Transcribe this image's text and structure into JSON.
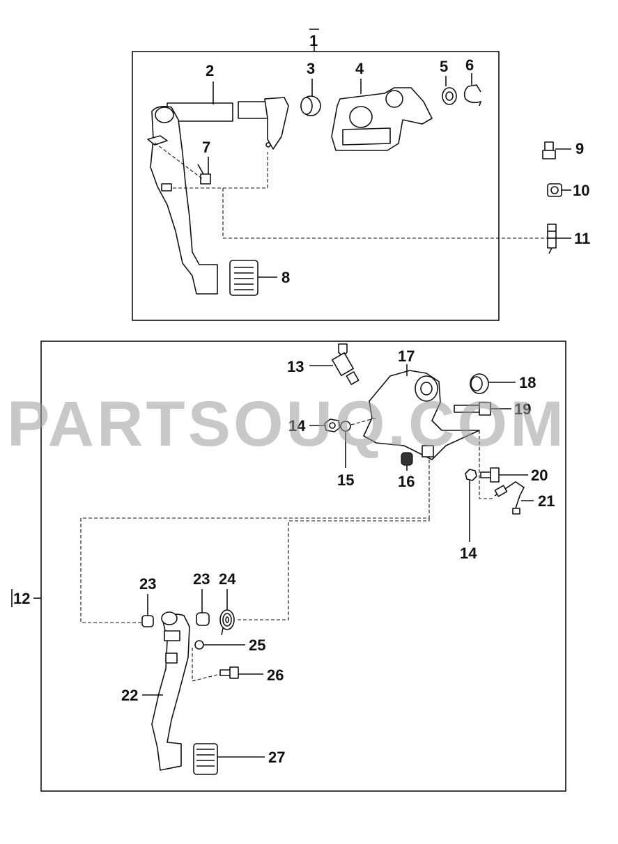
{
  "watermark": "PARTSOUQ.COM",
  "callouts": {
    "c1": "1",
    "c2": "2",
    "c3": "3",
    "c4": "4",
    "c5": "5",
    "c6": "6",
    "c7": "7",
    "c8": "8",
    "c9": "9",
    "c10": "10",
    "c11": "11",
    "c12": "12",
    "c13": "13",
    "c14a": "14",
    "c14b": "14",
    "c15": "15",
    "c16": "16",
    "c17": "17",
    "c18": "18",
    "c19": "19",
    "c20": "20",
    "c21": "21",
    "c22": "22",
    "c23a": "23",
    "c23b": "23",
    "c24": "24",
    "c25": "25",
    "c26": "26",
    "c27": "27"
  }
}
